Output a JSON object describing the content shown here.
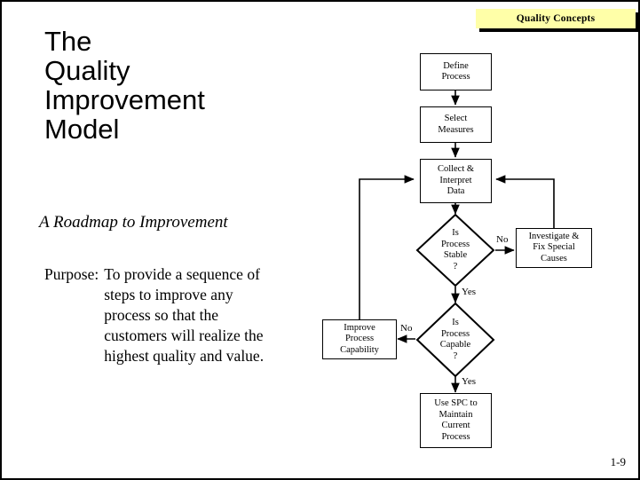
{
  "banner": {
    "label": "Quality Concepts",
    "fill": "#ffffa8",
    "shadow": "#000000"
  },
  "title": {
    "line1": "The",
    "line2": "Quality",
    "line3": "Improvement",
    "line4": "Model"
  },
  "subtitle": "A Roadmap to Improvement",
  "purpose": {
    "label": "Purpose:",
    "body": "To provide a sequence of steps to improve any process so that the customers will realize the highest quality and value."
  },
  "page_number": "1-9",
  "flowchart": {
    "nodes": {
      "define_process": "Define\nProcess",
      "select_measures": "Select\nMeasures",
      "collect_data": "Collect &\nInterpret\nData",
      "stable_decision": "Is\nProcess\nStable\n?",
      "investigate": "Investigate &\nFix Special\nCauses",
      "capable_decision": "Is\nProcess\nCapable\n?",
      "improve_capability": "Improve\nProcess\nCapability",
      "use_spc": "Use SPC to\nMaintain\nCurrent\nProcess"
    },
    "edge_labels": {
      "stable_no": "No",
      "stable_yes": "Yes",
      "capable_no": "No",
      "capable_yes": "Yes"
    },
    "line_color": "#000000"
  }
}
